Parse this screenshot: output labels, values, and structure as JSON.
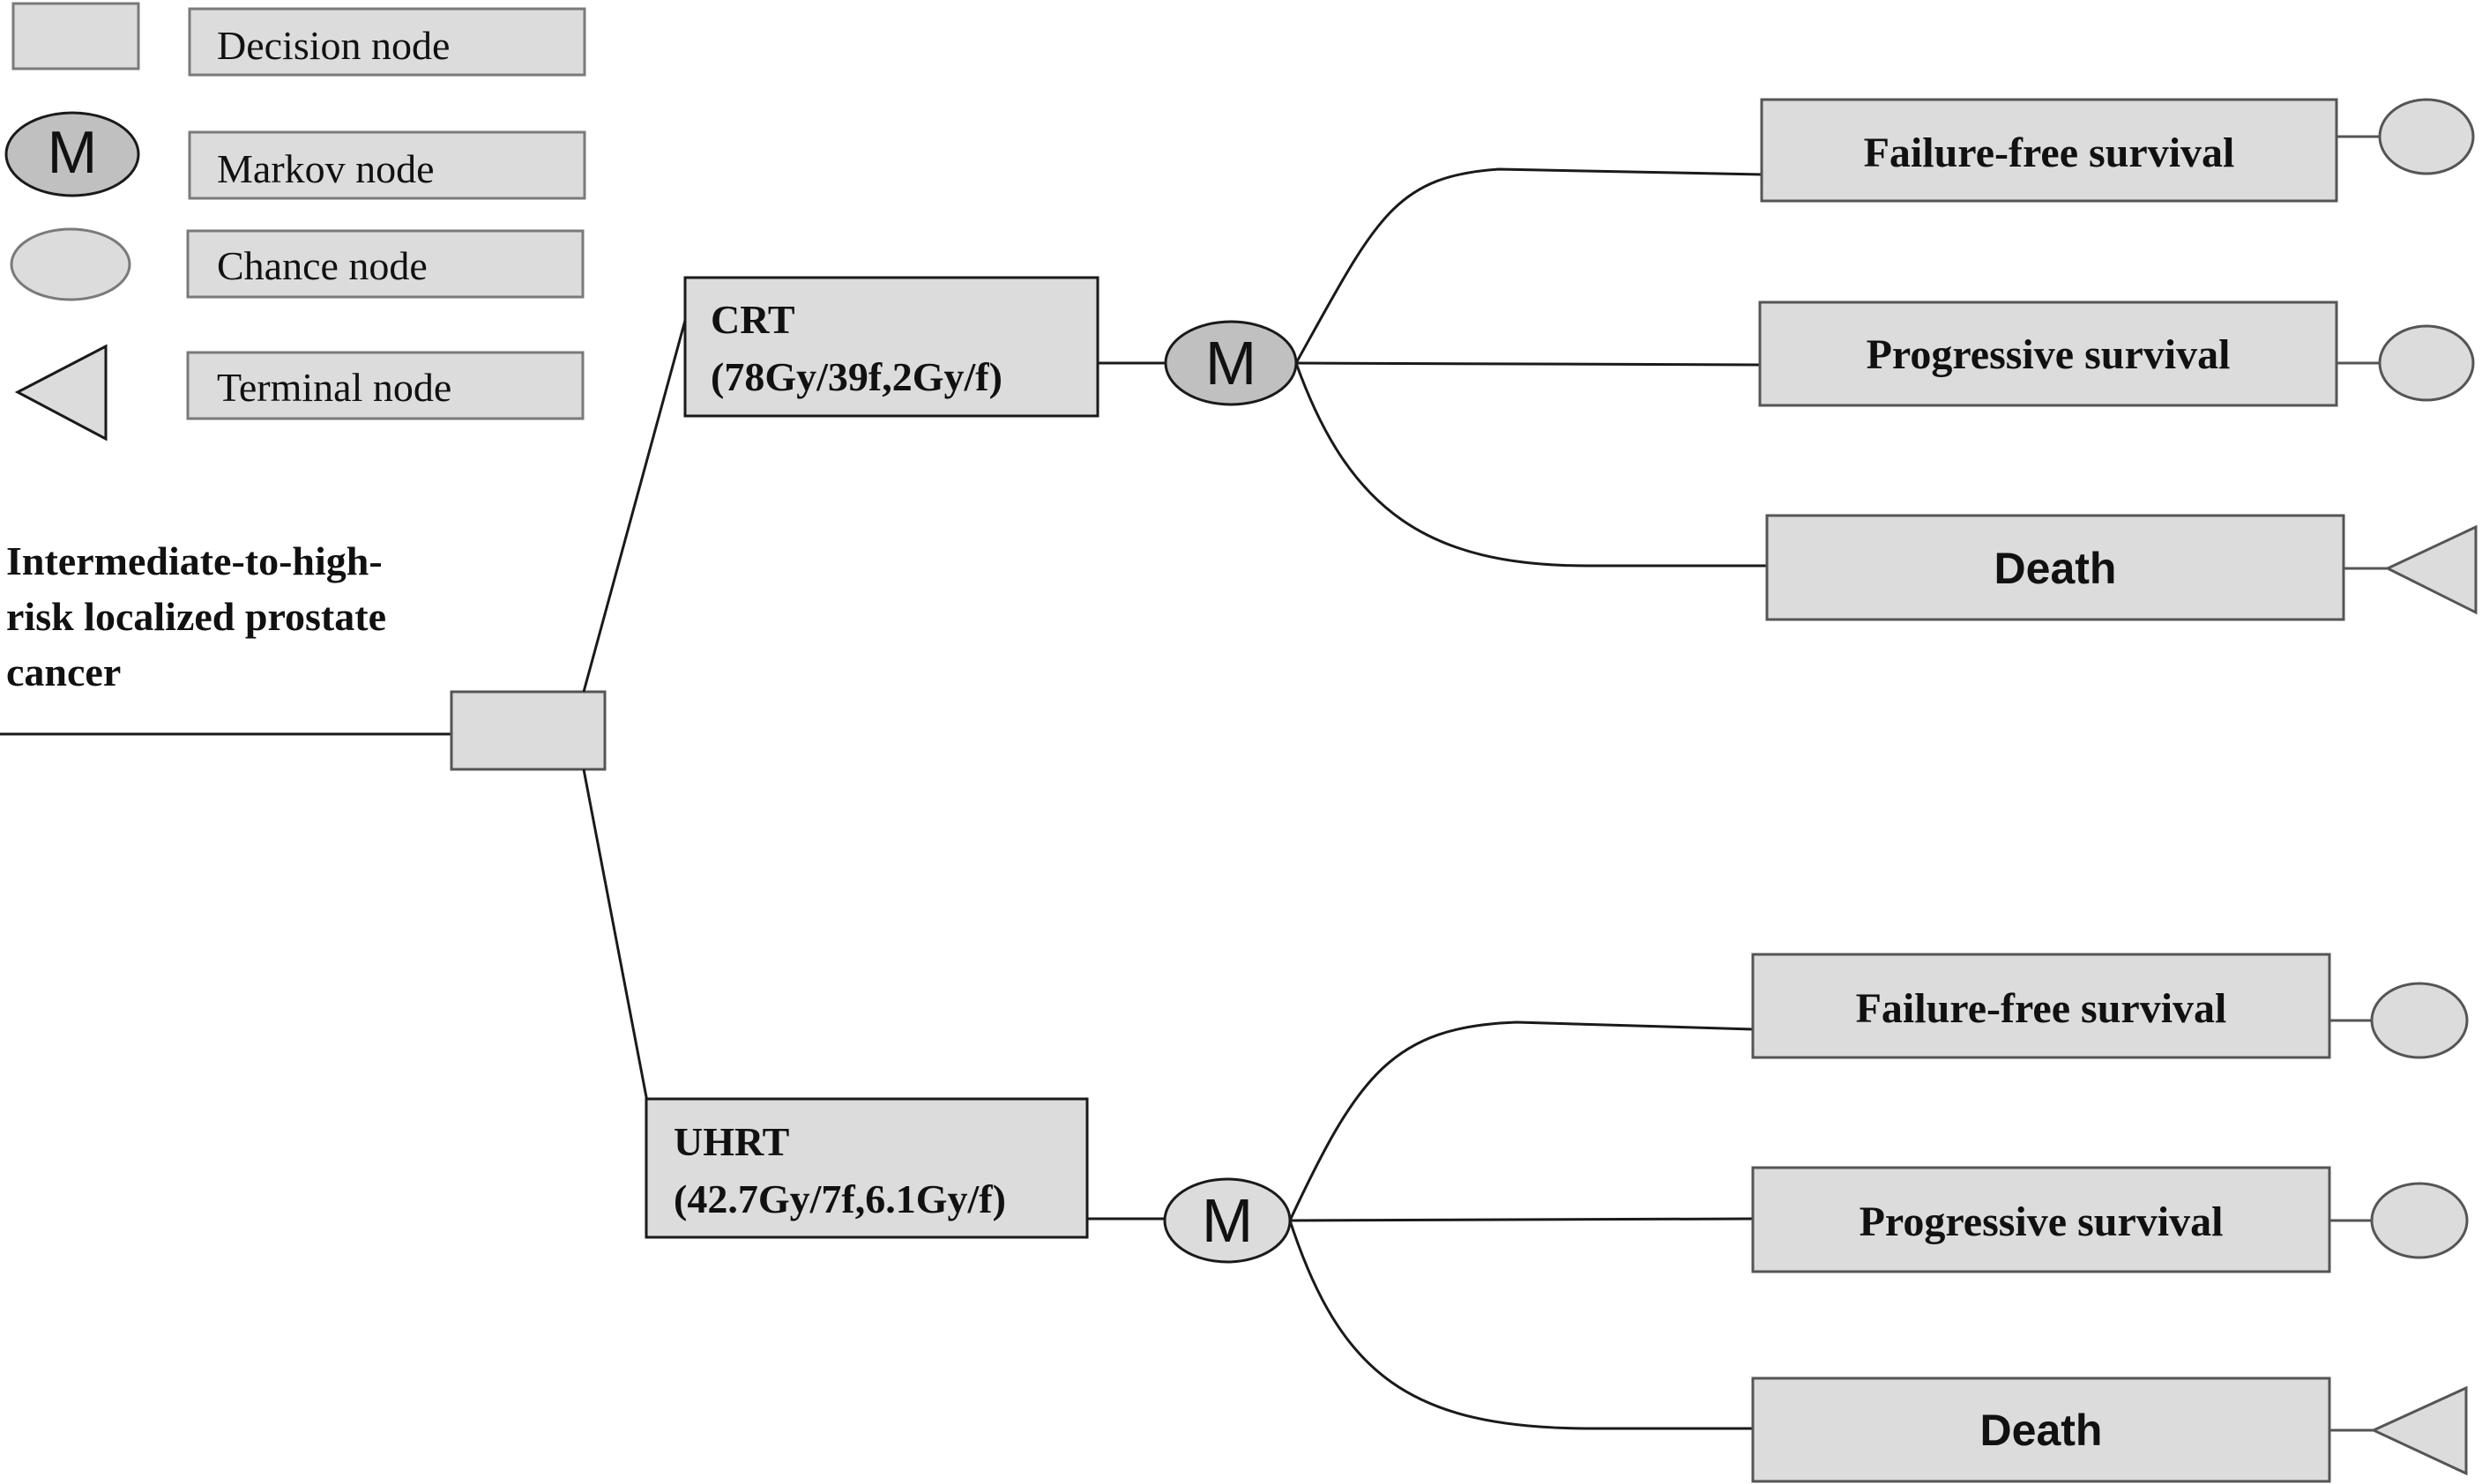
{
  "legend": [
    {
      "shape": "decision",
      "label": "Decision node"
    },
    {
      "shape": "markov",
      "label": "Markov node",
      "symbol": "M"
    },
    {
      "shape": "chance",
      "label": "Chance node"
    },
    {
      "shape": "terminal",
      "label": "Terminal node"
    }
  ],
  "root": {
    "lines": [
      "Intermediate-to-high-",
      "risk localized prostate",
      "cancer"
    ]
  },
  "strategies": [
    {
      "lines": [
        "CRT",
        "(78Gy/39f,2Gy/f)"
      ],
      "markov_symbol": "M",
      "states": [
        {
          "label": "Failure-free survival",
          "end": "chance"
        },
        {
          "label": "Progressive survival",
          "end": "chance"
        },
        {
          "label": "Death",
          "end": "terminal"
        }
      ]
    },
    {
      "lines": [
        "UHRT",
        "(42.7Gy/7f,6.1Gy/f)"
      ],
      "markov_symbol": "M",
      "states": [
        {
          "label": "Failure-free survival",
          "end": "chance"
        },
        {
          "label": "Progressive survival",
          "end": "chance"
        },
        {
          "label": "Death",
          "end": "terminal"
        }
      ]
    }
  ],
  "colors": {
    "box_fill": "#dcdcdc",
    "markov_fill": "#c0c0c0",
    "stroke": "#1a1a1a"
  }
}
